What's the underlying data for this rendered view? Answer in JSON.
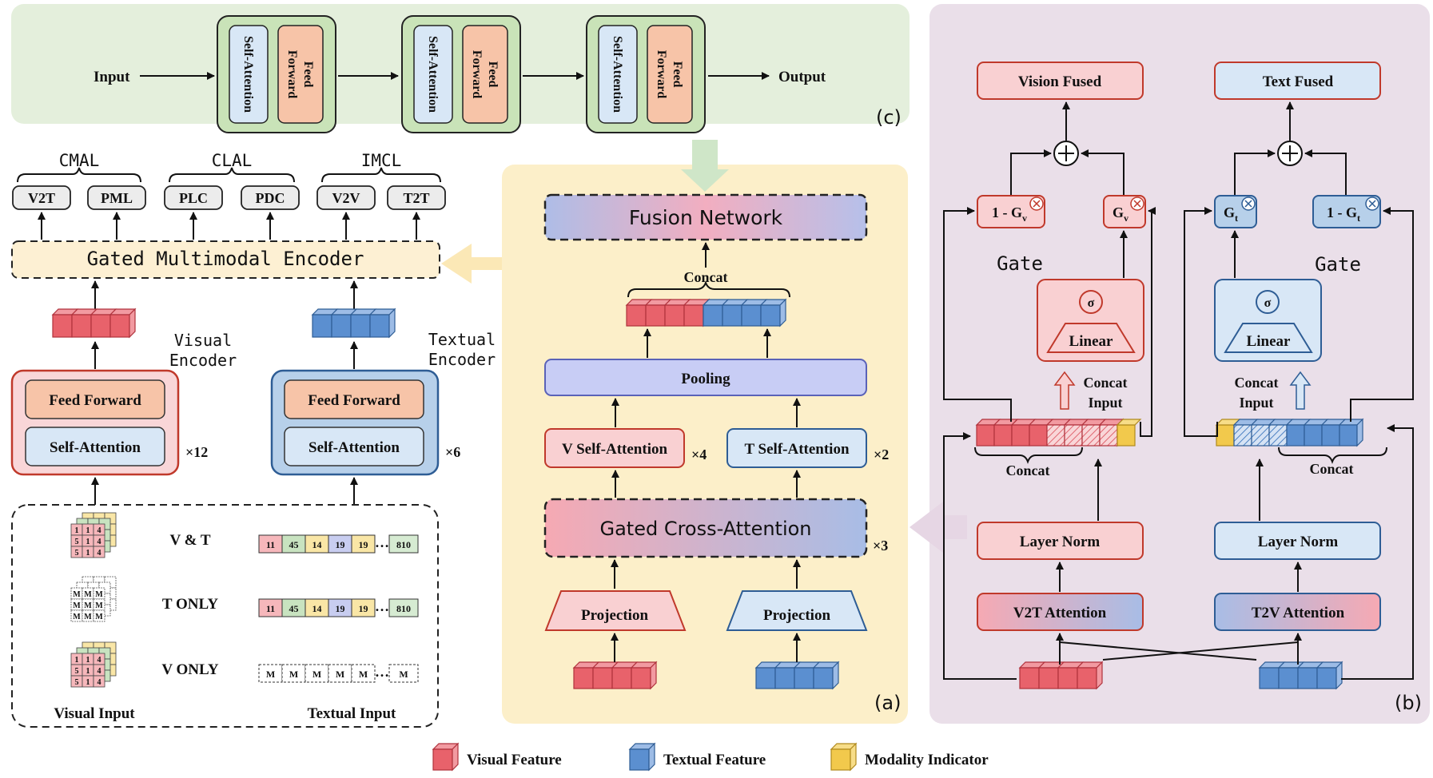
{
  "panel_c": {
    "input": "Input",
    "output": "Output",
    "self_attention": "Self-Attention",
    "feed_forward_line1": "Feed",
    "feed_forward_line2": "Forward",
    "label": "(c)"
  },
  "encoder": {
    "losses": [
      {
        "group": "CMAL",
        "items": [
          "V2T",
          "PML"
        ]
      },
      {
        "group": "CLAL",
        "items": [
          "PLC",
          "PDC"
        ]
      },
      {
        "group": "IMCL",
        "items": [
          "V2V",
          "T2T"
        ]
      }
    ],
    "gated_encoder": "Gated Multimodal Encoder",
    "visual_encoder_line1": "Visual",
    "visual_encoder_line2": "Encoder",
    "textual_encoder_line1": "Textual",
    "textual_encoder_line2": "Encoder",
    "feed_forward": "Feed Forward",
    "self_attention": "Self-Attention",
    "visual_repeat": "×12",
    "textual_repeat": "×6",
    "rows": [
      {
        "label": "V & T",
        "tokens": [
          "11",
          "45",
          "14",
          "19",
          "19",
          "…",
          "810"
        ]
      },
      {
        "label": "T ONLY",
        "tokens": [
          "11",
          "45",
          "14",
          "19",
          "19",
          "…",
          "810"
        ]
      },
      {
        "label": "V ONLY",
        "tokens": [
          "M",
          "M",
          "M",
          "M",
          "M",
          "…",
          "M"
        ]
      }
    ],
    "patch_digits": [
      "1",
      "1",
      "4",
      "5",
      "1",
      "4",
      "5",
      "1",
      "4"
    ],
    "masked_patch": "M",
    "visual_input": "Visual Input",
    "textual_input": "Textual Input"
  },
  "panel_a": {
    "fusion_network": "Fusion Network",
    "concat": "Concat",
    "pooling": "Pooling",
    "v_self_attention": "V Self-Attention",
    "t_self_attention": "T Self-Attention",
    "v_repeat": "×4",
    "t_repeat": "×2",
    "gated_cross_attention": "Gated Cross-Attention",
    "cross_repeat": "×3",
    "projection": "Projection",
    "label": "(a)"
  },
  "panel_b": {
    "vision_fused": "Vision Fused",
    "text_fused": "Text Fused",
    "one_minus_gv": "1 - G",
    "gv": "G",
    "gt": "G",
    "one_minus_gt": "1 - G",
    "sub_v": "v",
    "sub_t": "t",
    "gate": "Gate",
    "sigma": "σ",
    "linear": "Linear",
    "concat_input_line1": "Concat",
    "concat_input_line2": "Input",
    "concat": "Concat",
    "layer_norm": "Layer Norm",
    "v2t_attention": "V2T Attention",
    "t2v_attention": "T2V Attention",
    "label": "(b)"
  },
  "legend": [
    {
      "label": "Visual Feature",
      "color": "#e8626b"
    },
    {
      "label": "Textual Feature",
      "color": "#5b8fd0"
    },
    {
      "label": "Modality Indicator",
      "color": "#f2c94c"
    }
  ],
  "colors": {
    "panel_c_bg": "#e4efdc",
    "panel_a_bg": "#fcefc9",
    "panel_b_bg": "#eadfe9",
    "red_box_fill": "#f9d0d2",
    "red_stroke": "#c0392b",
    "blue_box_fill": "#d8e7f6",
    "blue_stroke": "#2e5d95"
  }
}
